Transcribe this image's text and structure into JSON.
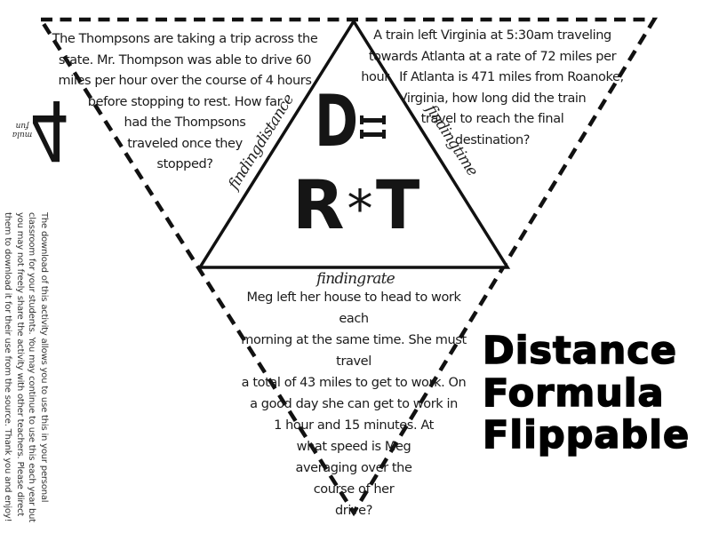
{
  "title": {
    "lines": "Distance\nFormula\nFlippable"
  },
  "formula": {
    "d": "D",
    "equals": "=",
    "r": "R",
    "times": "*",
    "t": "T"
  },
  "flaps": {
    "distance": {
      "label": "finding distance",
      "problem": "The Thompsons are taking a trip across the\nstate. Mr. Thompson was able to drive 60\nmiles per hour over the course of 4 hours\nbefore stopping to rest. How far\nhad the Thompsons\ntraveled once they\nstopped?"
    },
    "time": {
      "label": "finding time",
      "problem": "A train left Virginia at 5:30am traveling\ntowards Atlanta at a rate of 72 miles per\nhour.  If Atlanta is 471 miles from Roanoke,\nVirginia, how long did the train\ntravel to reach the final\ndestination?"
    },
    "rate": {
      "label": "finding rate",
      "problem": "Meg left her house to head to work each\nmorning at the same time. She must travel\na total of 43 miles to get to work. On\na good day she can get to work in\n1 hour and 15 minutes. At\nwhat speed is Meg\naveraging over the\ncourse of her\ndrive?"
    }
  },
  "license_note": {
    "text": "The download of this activity allows you to use this in your personal\nclassroom for your students. You may continue to use this each year but\nyou may not freely share the activity with other teachers. Please direct\nthem to download it for their use from the source. Thank you and enjoy!"
  },
  "watermark": {
    "glyph": "4",
    "script": "mula\nfun"
  },
  "colors": {
    "ink": "#1b1b1b",
    "background": "#ffffff"
  }
}
